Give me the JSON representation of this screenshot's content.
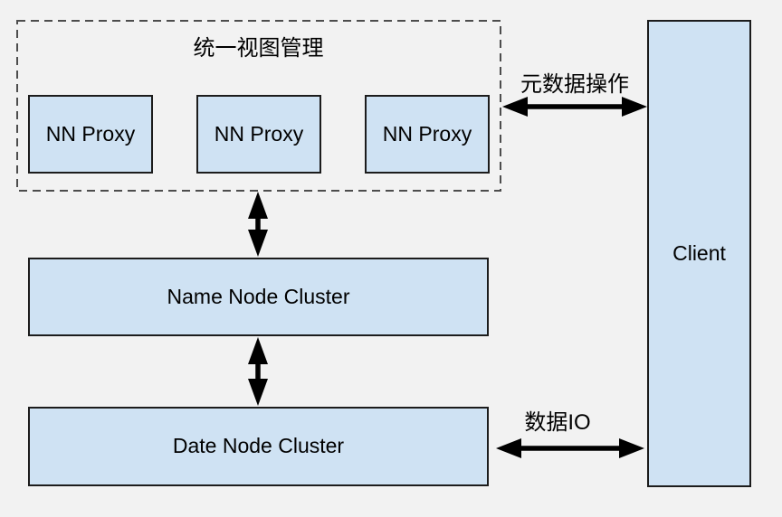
{
  "diagram": {
    "colors": {
      "background": "#f2f2f2",
      "node_fill": "#cfe2f3",
      "node_border": "#1c1c1c",
      "dashed_border": "#4d4d4d",
      "arrow": "#000000",
      "text": "#000000"
    },
    "unified_view_group": {
      "title": "统一视图管理",
      "proxies": [
        {
          "label": "NN Proxy"
        },
        {
          "label": "NN Proxy"
        },
        {
          "label": "NN Proxy"
        }
      ]
    },
    "nodes": {
      "name_node_cluster": "Name Node Cluster",
      "date_node_cluster": "Date Node Cluster",
      "client": "Client"
    },
    "arrow_labels": {
      "metadata_ops": "元数据操作",
      "data_io": "数据IO"
    }
  }
}
